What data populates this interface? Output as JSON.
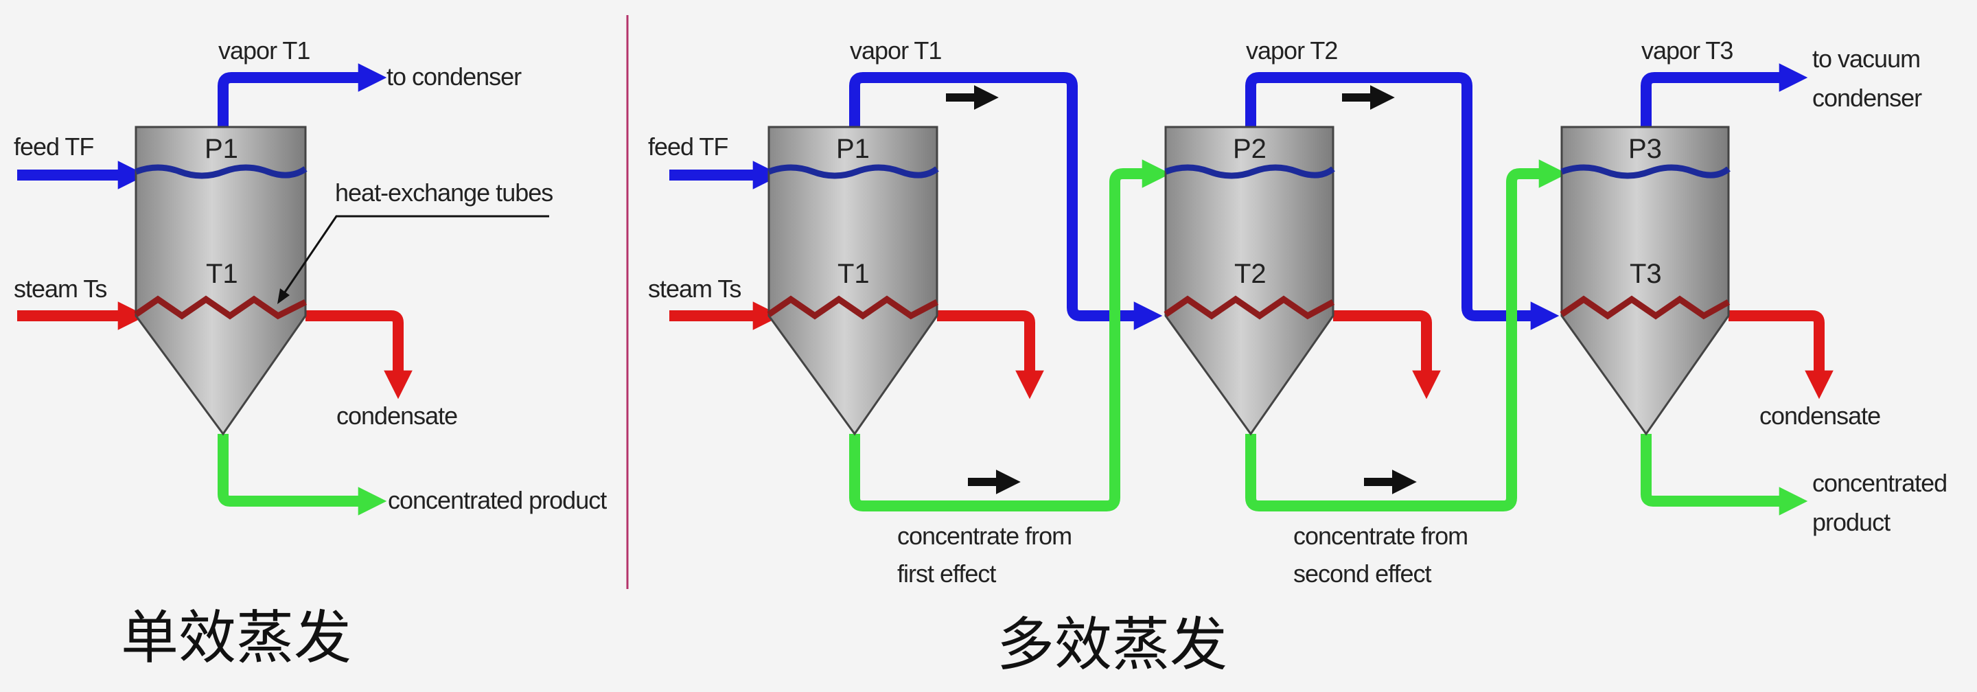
{
  "colors": {
    "vapor": "#1a1ae0",
    "steam": "#e01818",
    "product": "#3ee03e",
    "vessel": "#a6a6a6",
    "liquid_surface": "#1c2a9a",
    "tubes": "#8e1c1c",
    "divider": "#b4336a",
    "arrow": "#111111"
  },
  "single_effect": {
    "caption": "单效蒸发",
    "vapor_label": "vapor  T1",
    "to_condenser": "to condenser",
    "feed": "feed TF",
    "steam": "steam  Ts",
    "pressure": "P1",
    "temperature": "T1",
    "tubes_callout": "heat-exchange tubes",
    "condensate": "condensate",
    "product": "concentrated product"
  },
  "multi_effect": {
    "caption": "多效蒸发",
    "feed": "feed TF",
    "steam": "steam  Ts",
    "effects": [
      {
        "vapor_label": "vapor  T1",
        "pressure": "P1",
        "temperature": "T1"
      },
      {
        "vapor_label": "vapor  T2",
        "pressure": "P2",
        "temperature": "T2"
      },
      {
        "vapor_label": "vapor  T3",
        "pressure": "P3",
        "temperature": "T3"
      }
    ],
    "to_vacuum_line1": "to vacuum",
    "to_vacuum_line2": "condenser",
    "concentrate_1_line1": "concentrate from",
    "concentrate_1_line2": "first effect",
    "concentrate_2_line1": "concentrate from",
    "concentrate_2_line2": "second effect",
    "condensate": "condensate",
    "product_line1": "concentrated",
    "product_line2": "product"
  }
}
